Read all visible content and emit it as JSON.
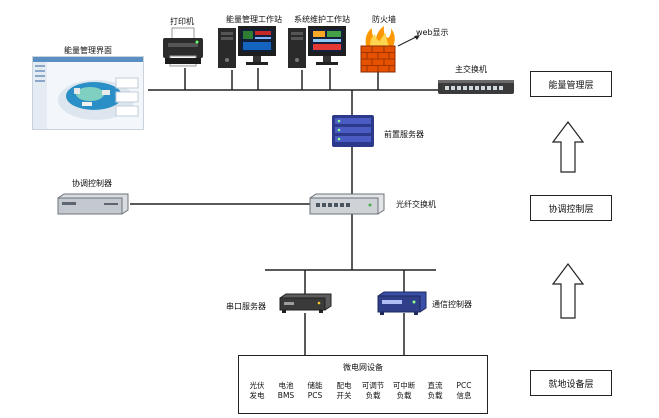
{
  "devices": {
    "energy_ui": "能量管理界面",
    "printer": "打印机",
    "energy_ws": "能量管理工作站",
    "maint_ws": "系统维护工作站",
    "firewall": "防火墙",
    "web": "web显示",
    "main_switch": "主交换机",
    "front_server": "前置服务器",
    "coord_ctrl": "协调控制器",
    "fiber_switch": "光纤交换机",
    "serial_server": "串口服务器",
    "comm_ctrl": "通信控制器"
  },
  "layers": {
    "energy": "能量管理层",
    "coord": "协调控制层",
    "field": "就地设备层"
  },
  "field": {
    "title": "微电网设备",
    "items": [
      {
        "l1": "光伏",
        "l2": "发电"
      },
      {
        "l1": "电池",
        "l2": "BMS"
      },
      {
        "l1": "储能",
        "l2": "PCS"
      },
      {
        "l1": "配电",
        "l2": "开关"
      },
      {
        "l1": "可调节",
        "l2": "负载"
      },
      {
        "l1": "可中断",
        "l2": "负载"
      },
      {
        "l1": "直流",
        "l2": "负载"
      },
      {
        "l1": "PCC",
        "l2": "信息"
      }
    ]
  }
}
